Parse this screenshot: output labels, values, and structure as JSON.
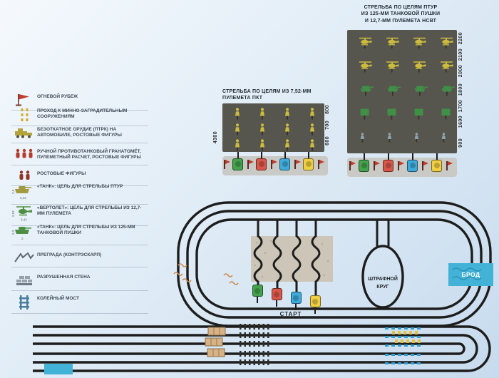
{
  "legend": {
    "items": [
      {
        "id": "firing-line",
        "label": "ОГНЕВОЙ РУБЕЖ"
      },
      {
        "id": "mine-passage",
        "label": "ПРОХОД К МИННО-ЗАГРАДИТЕЛЬНЫМ СООРУЖЕНИЯМ"
      },
      {
        "id": "recoilless-gun",
        "label": "БЕЗОТКАТНОЕ ОРУДИЕ (ПТРК) НА АВТОМОБИЛЕ, РОСТОВЫЕ ФИГУРЫ"
      },
      {
        "id": "rpg-crew",
        "label": "РУЧНОЙ ПРОТИВОТАНКОВЫЙ ГРАНАТОМЁТ, ПУЛЕМЕТНЫЙ РАСЧЕТ, РОСТОВЫЕ ФИГУРЫ"
      },
      {
        "id": "figures",
        "label": "РОСТОВЫЕ ФИГУРЫ"
      },
      {
        "id": "tank-ptur-target",
        "label": "«ТАНК»: ЦЕЛЬ ДЛЯ СТРЕЛЬБЫ ПТУР",
        "dims": {
          "h": "2,3",
          "w": "3,42"
        }
      },
      {
        "id": "helicopter-target",
        "label": "«ВЕРТОЛЕТ»: ЦЕЛЬ ДЛЯ СТРЕЛЬБЫ ИЗ 12,7-ММ ПУЛЕМЕТА",
        "dims": {
          "h": "2,97",
          "w": "3,42"
        }
      },
      {
        "id": "tank-125-target",
        "label": "«ТАНК»: ЦЕЛЬ ДЛЯ СТРЕЛЬБЫ ИЗ 125-ММ ТАНКОВОЙ ПУШКИ",
        "dims": {
          "h": "2,3",
          "w": "2"
        }
      },
      {
        "id": "counterscarp",
        "label": "ПРЕГРАДА (КОНТРЭСКАРП)"
      },
      {
        "id": "ruined-wall",
        "label": "РАЗРУШЕННАЯ СТЕНА"
      },
      {
        "id": "track-bridge",
        "label": "КОЛЕЙНЫЙ МОСТ"
      }
    ]
  },
  "ranges": {
    "pkt": {
      "title_line1": "СТРЕЛЬБА ПО ЦЕЛЯМ ИЗ 7,52-ММ",
      "title_line2": "ПУЛЕМЕТА ПКТ",
      "left_distance": "4300",
      "distances": [
        "800",
        "700",
        "600"
      ],
      "rows": [
        {
          "type": "figure",
          "count": 4
        },
        {
          "type": "figure",
          "count": 4
        },
        {
          "type": "figure",
          "count": 4
        }
      ]
    },
    "main": {
      "title_line1": "СТРЕЛЬБА ПО ЦЕЛЯМ ПТУР",
      "title_line2": "ИЗ 125-ММ ТАНКОВОЙ ПУШКИ",
      "title_line3": "И 12,7-ММ ПУЛЕМЕТА НСВТ",
      "distances": [
        "2200",
        "2100",
        "2000",
        "1800",
        "1700",
        "1600",
        "900"
      ],
      "rows": [
        {
          "type": "heli",
          "count": 4
        },
        {
          "type": "heli",
          "count": 4
        },
        {
          "type": "tankside",
          "count": 4
        },
        {
          "type": "tankfront",
          "count": 4
        },
        {
          "type": "figsmall",
          "count": 4
        }
      ]
    }
  },
  "track": {
    "start": "СТАРТ",
    "penalty_line1": "ШТРАФНОЙ",
    "penalty_line2": "КРУГ",
    "ford": "БРОД"
  },
  "colors": {
    "tanks": [
      "#44a24e",
      "#d8564a",
      "#3fa9d9",
      "#f0cf43"
    ],
    "panel": "#57564e",
    "target_yellow": "#cbbc3e",
    "target_green": "#3f8f47",
    "water": "#42b2d6",
    "track_line": "#1d1d1d",
    "flag_red": "#c23b2e"
  }
}
